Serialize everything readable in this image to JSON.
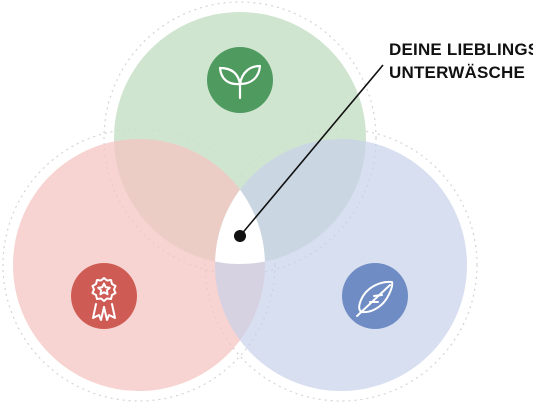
{
  "callout": {
    "line1": "DEINE LIEBLINGS-",
    "line2": "UNTERWÄSCHE"
  },
  "sets": [
    {
      "key": "top",
      "icon": "plant-sprout-icon",
      "color": "#c8e1c8",
      "badge_color": "#4f9a5e"
    },
    {
      "key": "left",
      "icon": "award-rosette-icon",
      "color": "#f4c4c2",
      "badge_color": "#cf5b55"
    },
    {
      "key": "right",
      "icon": "feather-icon",
      "color": "#c7d2ea",
      "badge_color": "#6f8cc4"
    }
  ],
  "colors": {
    "label_text": "#111111",
    "pointer": "#111111",
    "dotted_ring": "#d4d4d4",
    "center_region": "#ffffff"
  }
}
